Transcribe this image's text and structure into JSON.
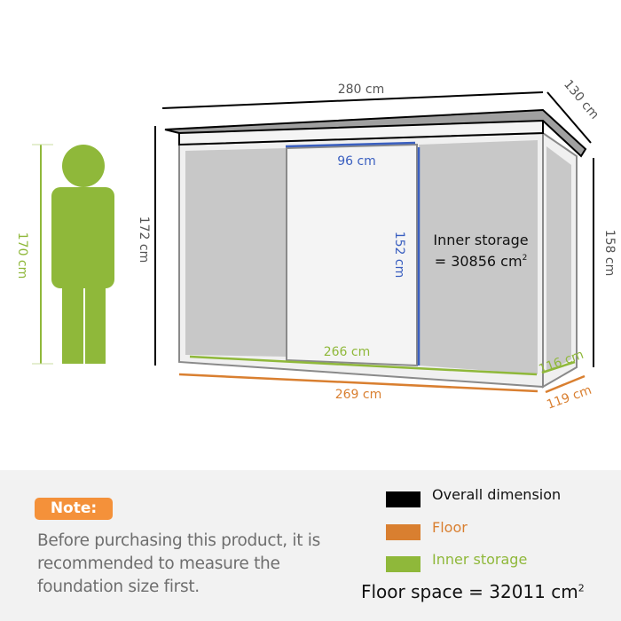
{
  "diagram": {
    "title": "Garden shed dimension diagram",
    "person": {
      "height_label": "170 cm"
    },
    "dimensions": {
      "overall_width": "280 cm",
      "overall_depth": "130 cm",
      "overall_height_front": "172 cm",
      "overall_height_back": "158 cm",
      "door_width": "96 cm",
      "door_height": "152 cm",
      "inner_width": "266 cm",
      "inner_depth": "116 cm",
      "floor_width": "269 cm",
      "floor_depth": "119 cm"
    },
    "inner_storage": {
      "line1": "Inner storage",
      "line2": "= 30856 cm",
      "superscript": "2"
    }
  },
  "note": {
    "badge": "Note:",
    "text": "Before purchasing this product, it is recommended to measure the foundation size first."
  },
  "legend": {
    "items": [
      {
        "label": "Overall dimension",
        "color": "#000000",
        "text_color": "#111111"
      },
      {
        "label": "Floor",
        "color": "#d97f30",
        "text_color": "#d97f30"
      },
      {
        "label": "Inner storage",
        "color": "#8fb83a",
        "text_color": "#8fb83a"
      }
    ]
  },
  "floor_space": {
    "text": "Floor space = 32011 cm",
    "superscript": "2"
  },
  "colors": {
    "overall": "#000000",
    "floor": "#d97f30",
    "inner": "#8fb83a",
    "door": "#3a5fc0",
    "person": "#8fb83a",
    "note_badge": "#f4913a",
    "footer_bg": "#f2f2f2"
  }
}
